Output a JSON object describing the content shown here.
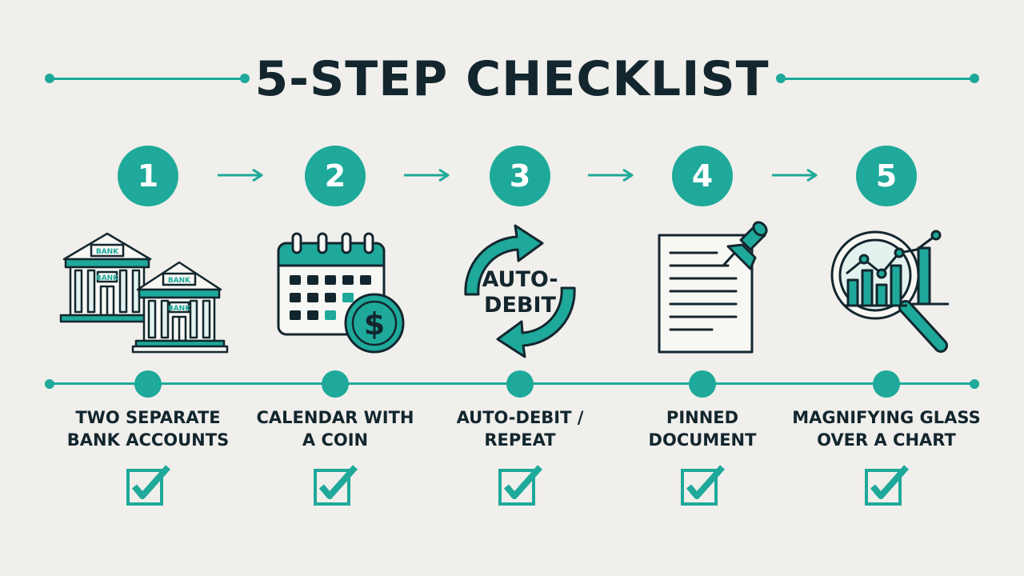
{
  "title": "5-STEP CHECKLIST",
  "steps": [
    {
      "number": "1",
      "label_line1": "TWO SEPARATE",
      "label_line2": "BANK ACCOUNTS",
      "icon": "bank-buildings-icon",
      "icon_text": "BANK"
    },
    {
      "number": "2",
      "label_line1": "CALENDAR WITH",
      "label_line2": "A COIN",
      "icon": "calendar-coin-icon",
      "icon_text": "$"
    },
    {
      "number": "3",
      "label_line1": "AUTO-DEBIT /",
      "label_line2": "REPEAT",
      "icon": "auto-debit-cycle-icon",
      "icon_text_line1": "AUTO-",
      "icon_text_line2": "DEBIT"
    },
    {
      "number": "4",
      "label_line1": "PINNED",
      "label_line2": "DOCUMENT",
      "icon": "pinned-document-icon"
    },
    {
      "number": "5",
      "label_line1": "MAGNIFYING GLASS",
      "label_line2": "OVER A CHART",
      "icon": "magnifier-chart-icon"
    }
  ],
  "colors": {
    "accent": "#1ea99a",
    "dark": "#13262e",
    "background": "#f0efec"
  }
}
